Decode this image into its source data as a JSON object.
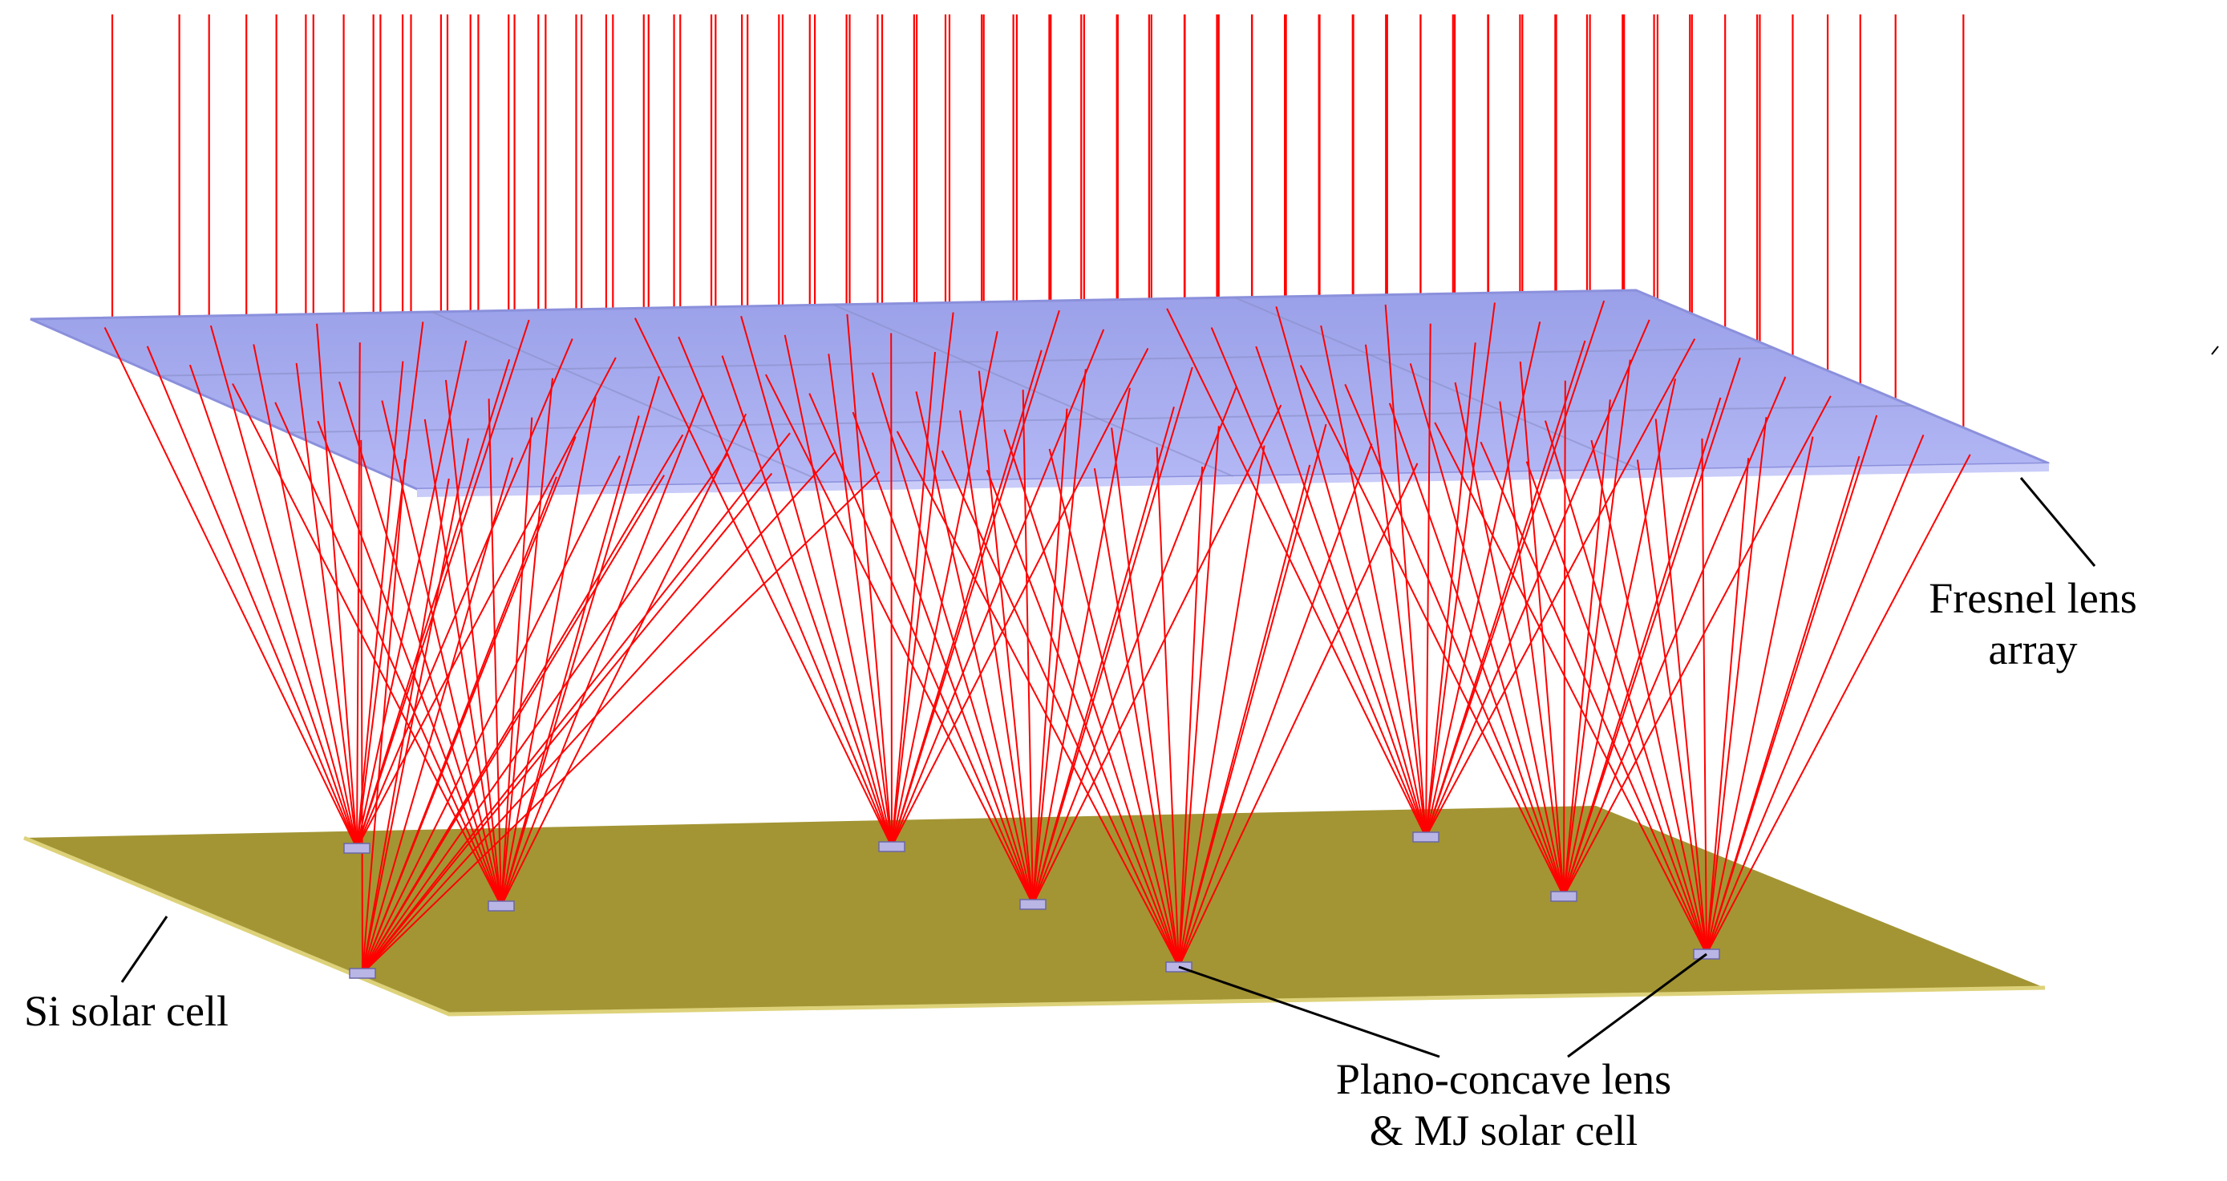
{
  "labels": {
    "fresnel_line1": "Fresnel lens",
    "fresnel_line2": "array",
    "si_cell": "Si solar cell",
    "plano_line1": "Plano-concave lens",
    "plano_line2": "& MJ solar cell"
  },
  "colors": {
    "ray": "#ff0000",
    "lens_plate": "#a7acf2",
    "lens_plate_edge": "#8b90dc",
    "lens_cell_shadow": "#8a8fc8",
    "si_plate": "#a39534",
    "si_plate_edge": "#ddd27a",
    "mj_cell": "#b9b5e4",
    "leader_line": "#000000"
  }
}
